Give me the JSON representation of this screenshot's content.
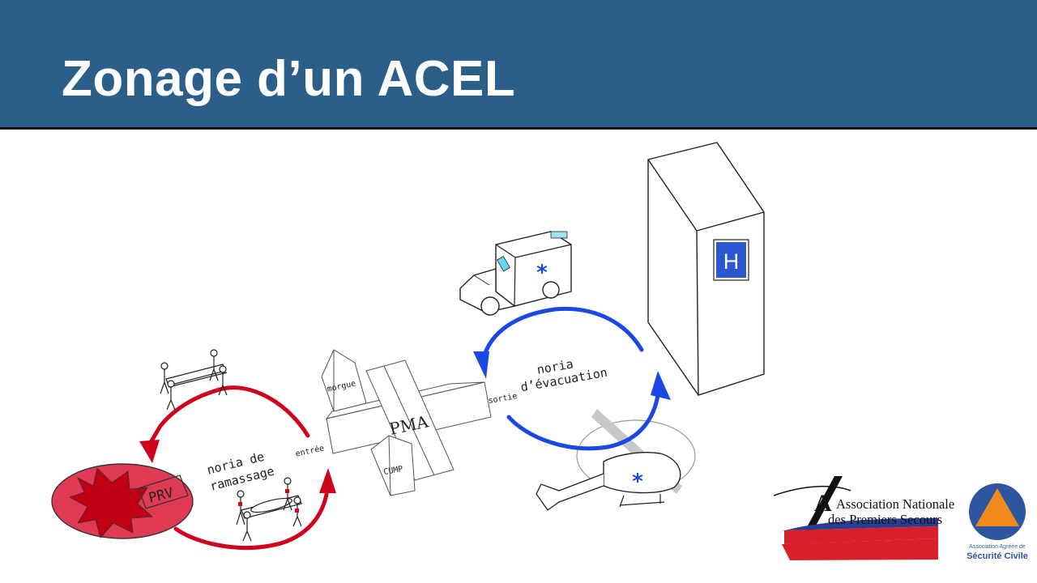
{
  "slide": {
    "title": "Zonage d’un ACEL"
  },
  "diagram": {
    "labels": {
      "prv": "PRV",
      "pma": "PMA",
      "morgue": "morgue",
      "cump": "CUMP",
      "entree": "entrée",
      "sortie": "sortie",
      "hospital": "H",
      "noria_ramassage_line1": "noria de",
      "noria_ramassage_line2": "ramassage",
      "noria_evacuation_line1": "noria",
      "noria_evacuation_line2": "d’évacuation"
    },
    "colors": {
      "ramassage_loop": "#d0021b",
      "evacuation_loop": "#1a47e6",
      "prv_zone": "#e03a55",
      "hospital_sign": "#2a56d0"
    }
  },
  "logos": {
    "anps": {
      "line1": "Association Nationale",
      "line2": "des Premiers Secours"
    },
    "securite_civile": {
      "top_text": "Association Agréée de",
      "bottom_text": "Sécurité Civile"
    }
  }
}
